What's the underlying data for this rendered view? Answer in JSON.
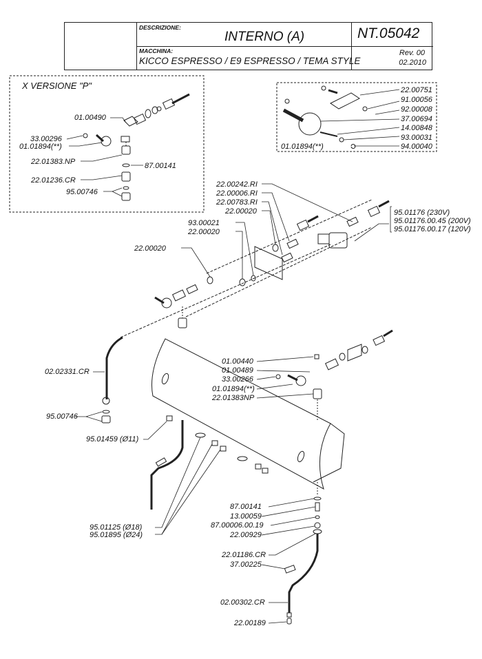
{
  "title_block": {
    "description_label": "DESCRIZIONE:",
    "description": "INTERNO (A)",
    "code": "NT.05042",
    "machine_label": "MACCHINA:",
    "machine": "KICCO ESPRESSO / E9 ESPRESSO /  TEMA STYLE",
    "revision": "Rev. 00",
    "date": "02.2010"
  },
  "inset_p": {
    "title": "X VERSIONE \"P\"",
    "labels": [
      "01.00490",
      "33.00296",
      "01.01894(**)",
      "22.01383.NP",
      "87.00141",
      "22.01236.CR",
      "95.00746"
    ]
  },
  "inset_tap": {
    "labels": [
      "22.00751",
      "91.00056",
      "92.00008",
      "37.00694",
      "14.00848",
      "93.00031",
      "94.00040",
      "01.01894(**)"
    ]
  },
  "valve_group": {
    "labels": [
      "22.00242.RI",
      "22.00006.RI",
      "22.00783.RI",
      "22.00020",
      "93.00021",
      "22.00020",
      "22.00020"
    ],
    "solenoid_variants": [
      "95.01176 (230V)",
      "95.01176.00.45 (200V)",
      "95.01176.00.17 (120V)"
    ]
  },
  "main_group": {
    "labels": [
      "01.00440",
      "01.00489",
      "33.00266",
      "01.01894(**)",
      "22.01383NP",
      "02.02331.CR",
      "95.00746",
      "95.01459 (Ø11)",
      "95.01125 (Ø18)",
      "95.01895 (Ø24)"
    ]
  },
  "bottom_group": {
    "labels": [
      "87.00141",
      "13.00059",
      "87.00006.00.19",
      "22.00929",
      "22.01186.CR",
      "37.00225",
      "02.00302.CR",
      "22.00189"
    ]
  }
}
